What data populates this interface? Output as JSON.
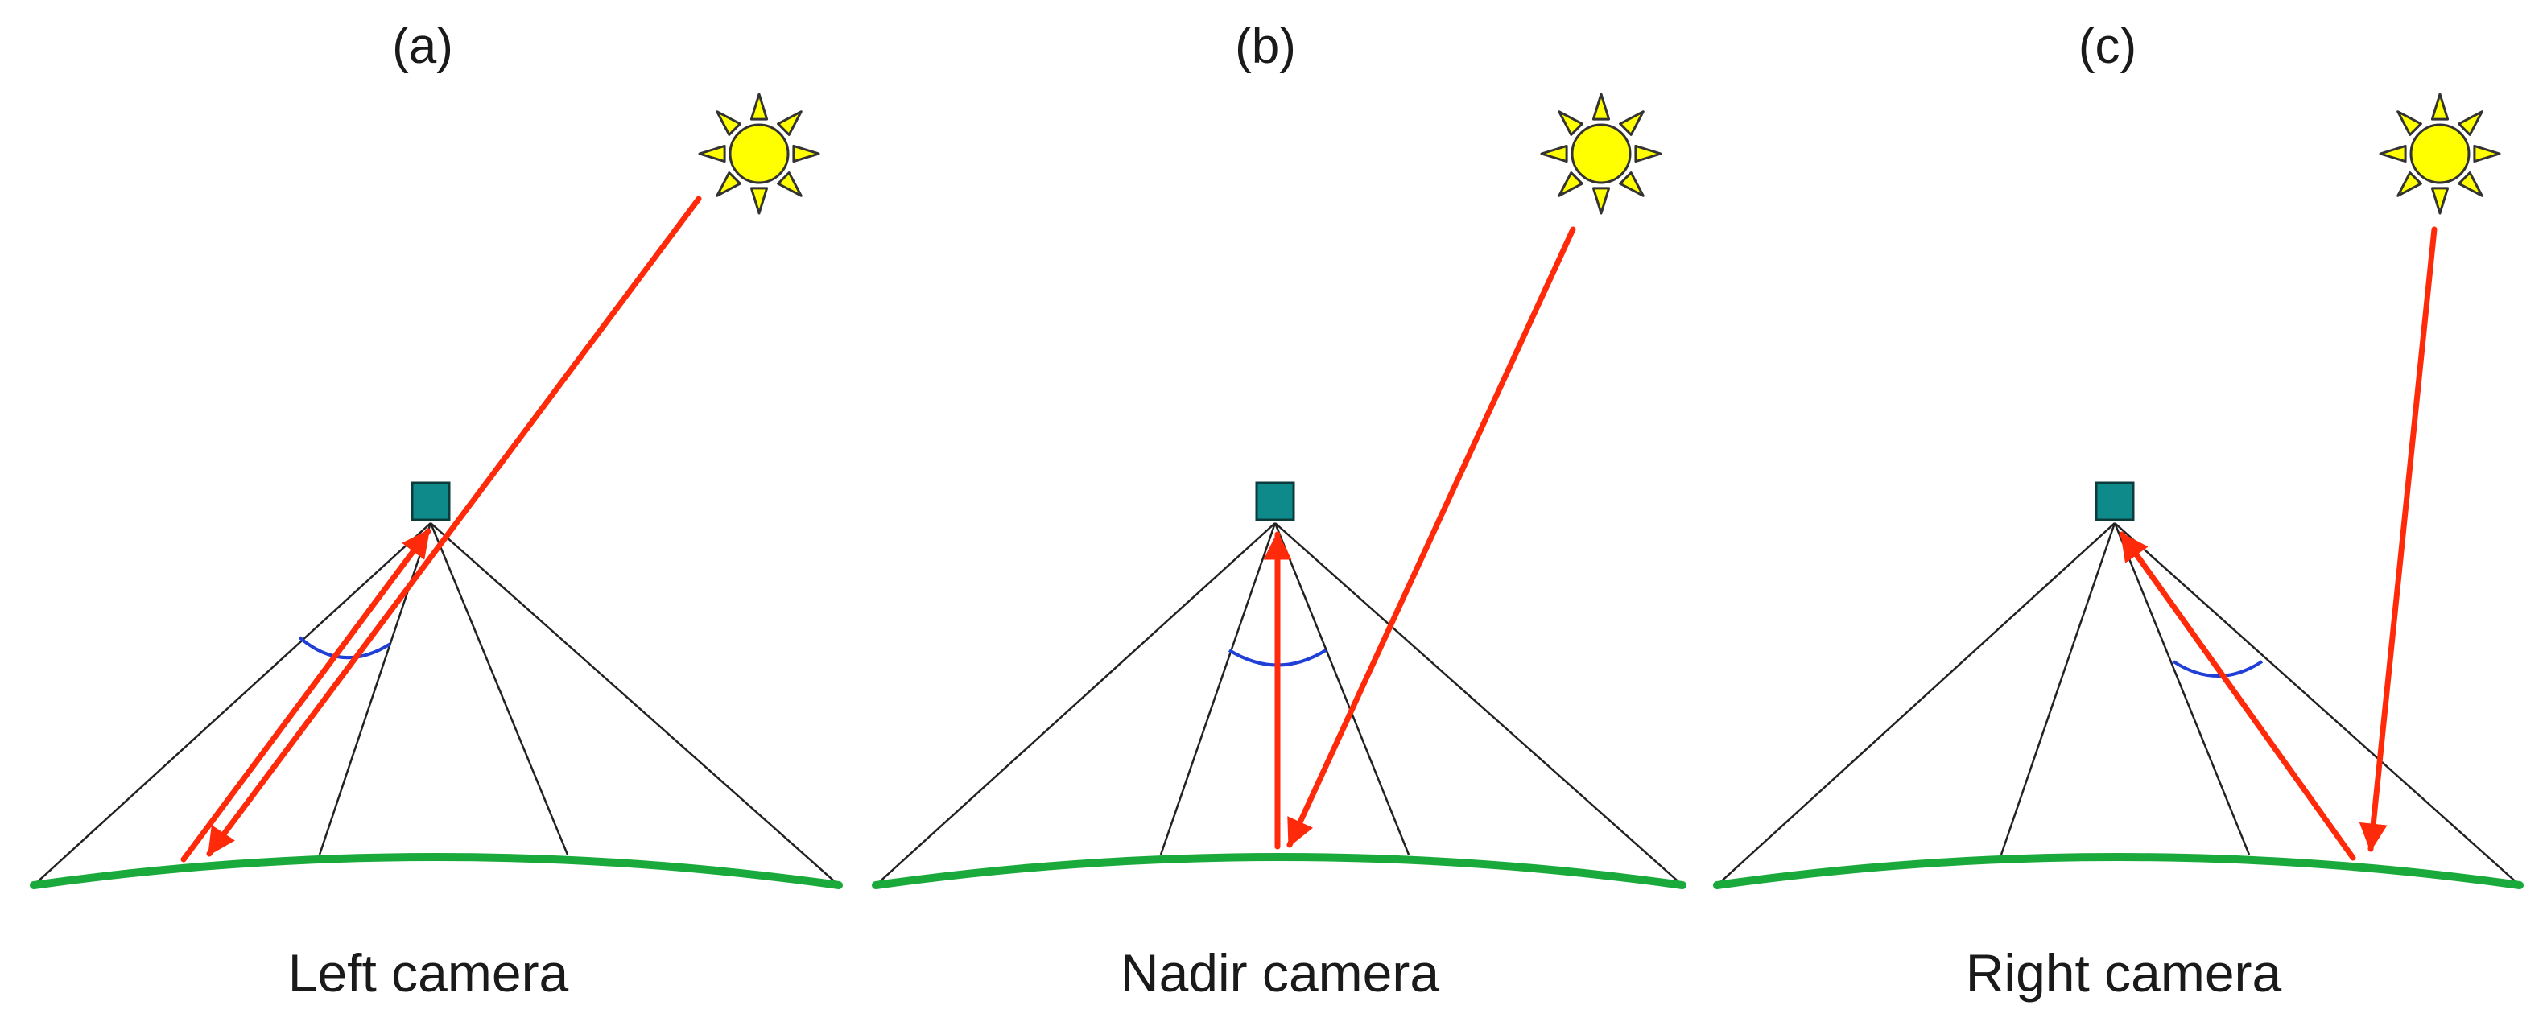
{
  "colors": {
    "ray": "#ff2a0a",
    "ground": "#1aaa3c",
    "camera": "#0f8a8a",
    "sun": "#ffff00",
    "sun_outline": "#333333",
    "angle_arc": "#1f3fd6"
  },
  "icons": {
    "sun": "sun-icon",
    "camera": "camera-icon"
  },
  "panels": [
    {
      "id": "a",
      "label": "(a)",
      "caption": "Left camera"
    },
    {
      "id": "b",
      "label": "(b)",
      "caption": "Nadir camera"
    },
    {
      "id": "c",
      "label": "(c)",
      "caption": "Right camera"
    }
  ]
}
